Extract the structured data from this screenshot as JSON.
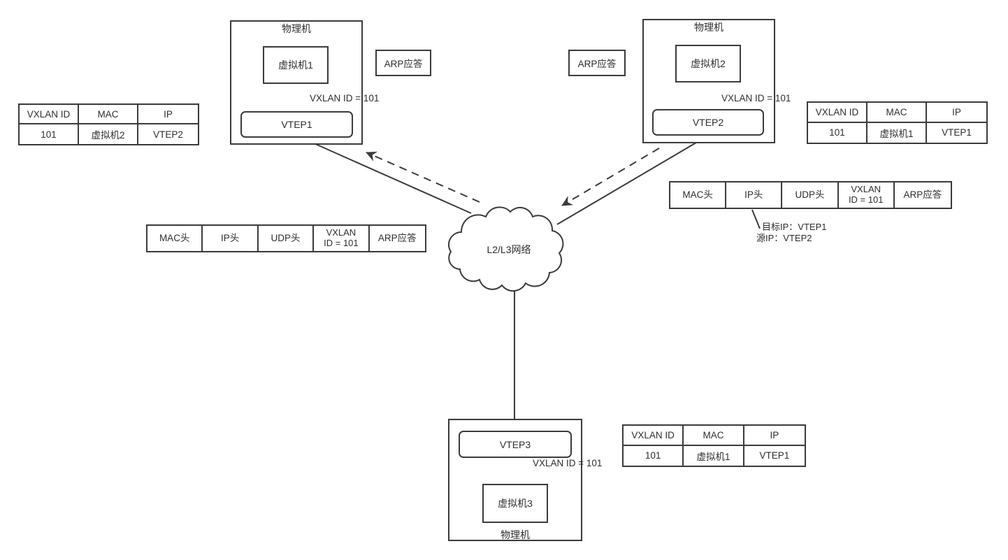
{
  "hosts": {
    "host1": {
      "title": "物理机",
      "vm": "虚拟机1",
      "vtep": "VTEP1",
      "vxlan": "VXLAN ID = 101"
    },
    "host2": {
      "title": "物理机",
      "vm": "虚拟机2",
      "vtep": "VTEP2",
      "vxlan": "VXLAN ID = 101"
    },
    "host3": {
      "title": "物理机",
      "vm": "虚拟机3",
      "vtep": "VTEP3",
      "vxlan": "VXLAN ID = 101"
    }
  },
  "cloud": {
    "label": "L2/L3网络"
  },
  "arp_boxes": {
    "left": "ARP应答",
    "right": "ARP应答"
  },
  "mapping_tables": {
    "left": {
      "headers": [
        "VXLAN ID",
        "MAC",
        "IP"
      ],
      "row": [
        "101",
        "虚拟机2",
        "VTEP2"
      ]
    },
    "right": {
      "headers": [
        "VXLAN ID",
        "MAC",
        "IP"
      ],
      "row": [
        "101",
        "虚拟机1",
        "VTEP1"
      ]
    },
    "bottom": {
      "headers": [
        "VXLAN ID",
        "MAC",
        "IP"
      ],
      "row": [
        "101",
        "虚拟机1",
        "VTEP1"
      ]
    }
  },
  "packet_tables": {
    "left": {
      "cells": [
        "MAC头",
        "IP头",
        "UDP头",
        "VXLAN\nID = 101",
        "ARP应答"
      ]
    },
    "right": {
      "cells": [
        "MAC头",
        "IP头",
        "UDP头",
        "VXLAN\nID = 101",
        "ARP应答"
      ]
    }
  },
  "annotation": {
    "line1": "目标IP：VTEP1",
    "line2": "源IP：VTEP2"
  },
  "colors": {
    "stroke": "#3b3b3b",
    "text": "#2e2e2e",
    "background": "#ffffff"
  }
}
